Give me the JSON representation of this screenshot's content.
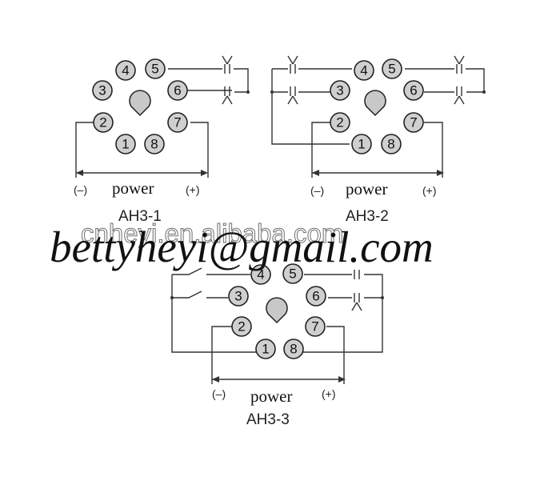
{
  "diagrams": [
    {
      "id": "ah3-1",
      "label": "AH3-1",
      "pins": [
        "1",
        "2",
        "3",
        "4",
        "5",
        "6",
        "7",
        "8"
      ],
      "power_label": "power",
      "minus_label": "(–)",
      "plus_label": "(+)"
    },
    {
      "id": "ah3-2",
      "label": "AH3-2",
      "pins": [
        "1",
        "2",
        "3",
        "4",
        "5",
        "6",
        "7",
        "8"
      ],
      "power_label": "power",
      "minus_label": "(–)",
      "plus_label": "(+)"
    },
    {
      "id": "ah3-3",
      "label": "AH3-3",
      "pins": [
        "1",
        "2",
        "3",
        "4",
        "5",
        "6",
        "7",
        "8"
      ],
      "power_label": "power",
      "minus_label": "(–)",
      "plus_label": "(+)"
    }
  ],
  "watermark_site": "cnheyi.en.alibaba.com",
  "watermark_email": "bettyheyi@gmail.com"
}
